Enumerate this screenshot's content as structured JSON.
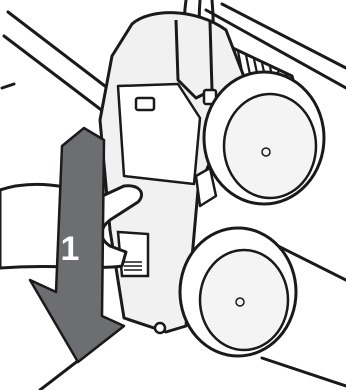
{
  "illustration": {
    "step_number": "1",
    "colors": {
      "line": "#1a1a1a",
      "background": "#ffffff",
      "arrow_fill": "#6d6e71",
      "arrow_label": "#ffffff",
      "body_shade": "#f1f1f1",
      "wheel_fill": "#f4f4f4"
    },
    "parts": [
      "pool-floor",
      "robot-body",
      "front-wheel",
      "rear-wheel",
      "brush-roller",
      "handle",
      "power-cable",
      "hand",
      "direction-arrow"
    ]
  }
}
